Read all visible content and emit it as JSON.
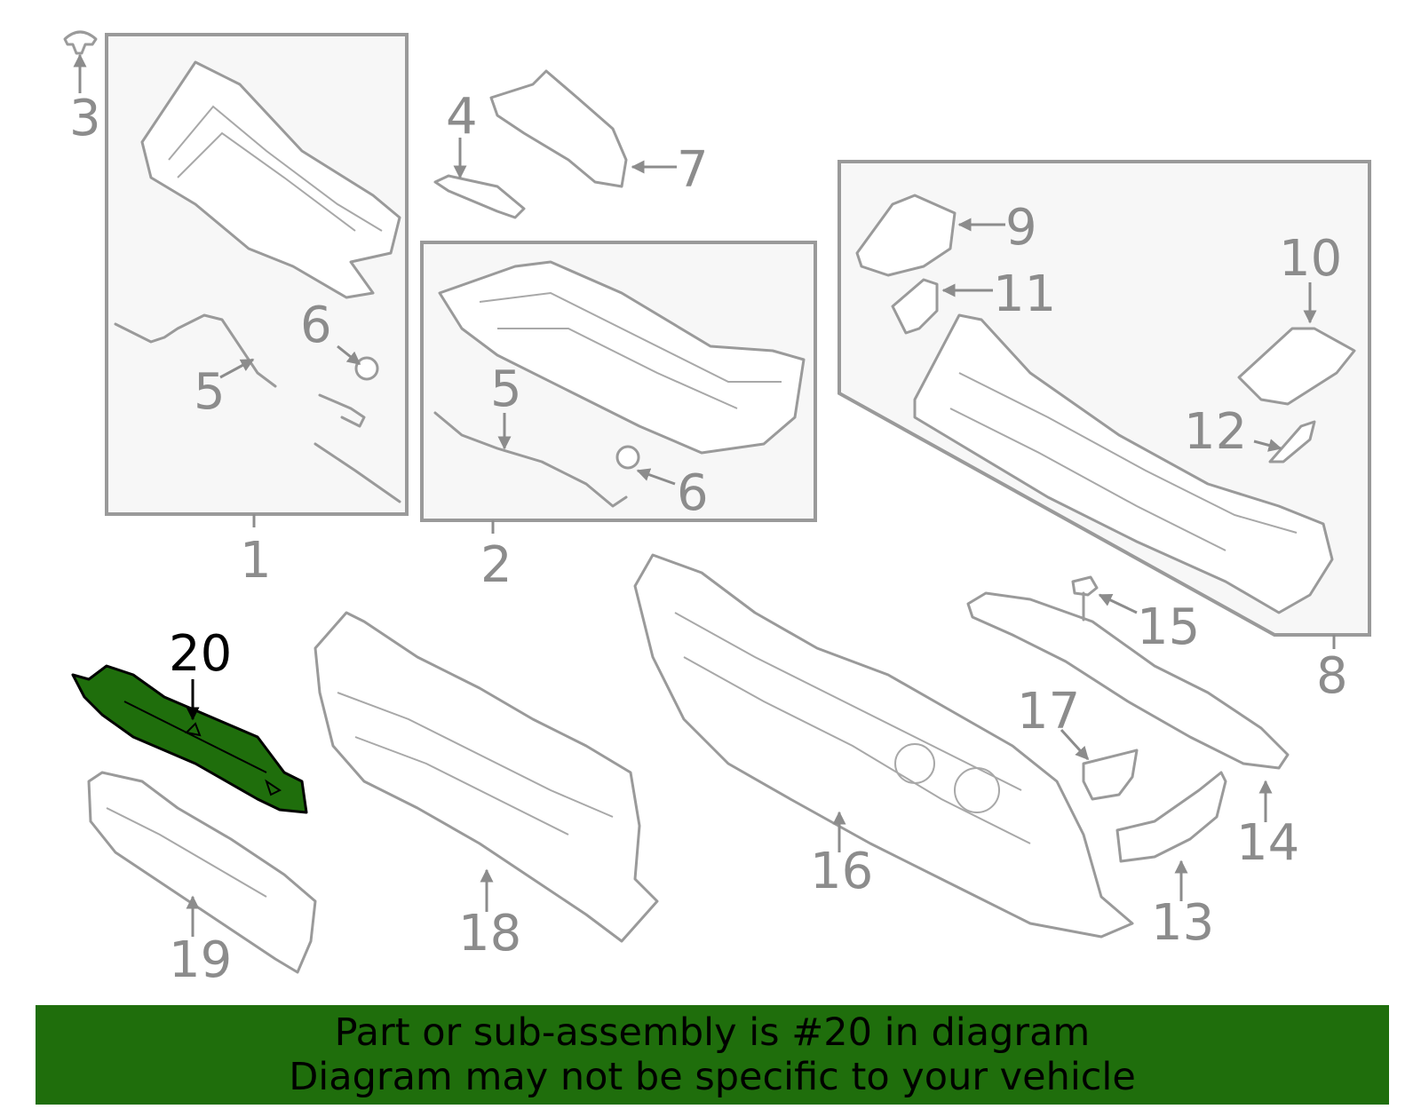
{
  "diagram": {
    "callouts": {
      "c1": "1",
      "c2": "2",
      "c3": "3",
      "c4": "4",
      "c5a": "5",
      "c5b": "5",
      "c6a": "6",
      "c6b": "6",
      "c7": "7",
      "c8": "8",
      "c9": "9",
      "c10": "10",
      "c11": "11",
      "c12": "12",
      "c13": "13",
      "c14": "14",
      "c15": "15",
      "c16": "16",
      "c17": "17",
      "c18": "18",
      "c19": "19",
      "c20": "20"
    },
    "highlight_color": "#1f6e0c",
    "line_color": "#9a9a9a"
  },
  "banner": {
    "line1": "Part or sub-assembly is #20 in diagram",
    "line2": "Diagram may not be specific to your vehicle",
    "background": "#1f6e0c"
  }
}
